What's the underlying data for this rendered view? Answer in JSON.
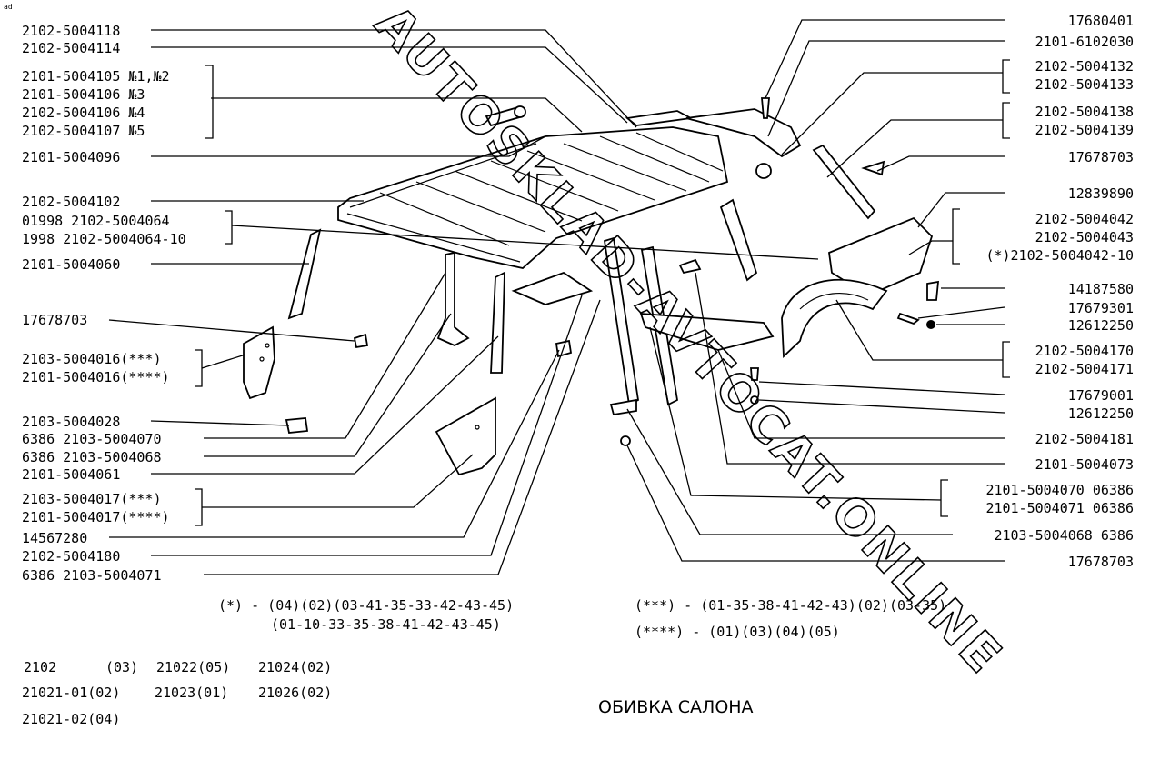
{
  "tag": "ad",
  "title": "ОБИВКА САЛОНА",
  "watermark": "AUTOSKLAD-AVTOCAT.ONLINE",
  "labels_left": [
    "2102-5004118",
    "2102-5004114",
    "2101-5004105 №1,№2",
    "2101-5004106 №3",
    "2102-5004106 №4",
    "2102-5004107 №5",
    "2101-5004096",
    "2102-5004102",
    "01998 2102-5004064",
    "1998 2102-5004064-10",
    "2101-5004060",
    "17678703",
    "2103-5004016(***)",
    "2101-5004016(****)",
    "2103-5004028",
    "6386 2103-5004070",
    "6386 2103-5004068",
    "2101-5004061",
    "2103-5004017(***)",
    "2101-5004017(****)",
    "14567280",
    "2102-5004180",
    "6386 2103-5004071"
  ],
  "labels_right": [
    "17680401",
    "2101-6102030",
    "2102-5004132",
    "2102-5004133",
    "2102-5004138",
    "2102-5004139",
    "17678703",
    "12839890",
    "2102-5004042",
    "2102-5004043",
    "(*)2102-5004042-10",
    "14187580",
    "17679301",
    "12612250",
    "2102-5004170",
    "2102-5004171",
    "17679001",
    "12612250",
    "2102-5004181",
    "2101-5004073",
    "2101-5004070 06386",
    "2101-5004071 06386",
    "2103-5004068 6386",
    "17678703"
  ],
  "notes": [
    "(*) - (04)(02)(03-41-35-33-42-43-45)",
    "(01-10-33-35-38-41-42-43-45)",
    "(***) - (01-35-38-41-42-43)(02)(03-35)",
    "(****) - (01)(03)(04)(05)"
  ],
  "models": [
    "2102",
    "(03)",
    "21022(05)",
    "21024(02)",
    "21021-01(02)",
    "21023(01)",
    "21026(02)",
    "21021-02(04)"
  ]
}
